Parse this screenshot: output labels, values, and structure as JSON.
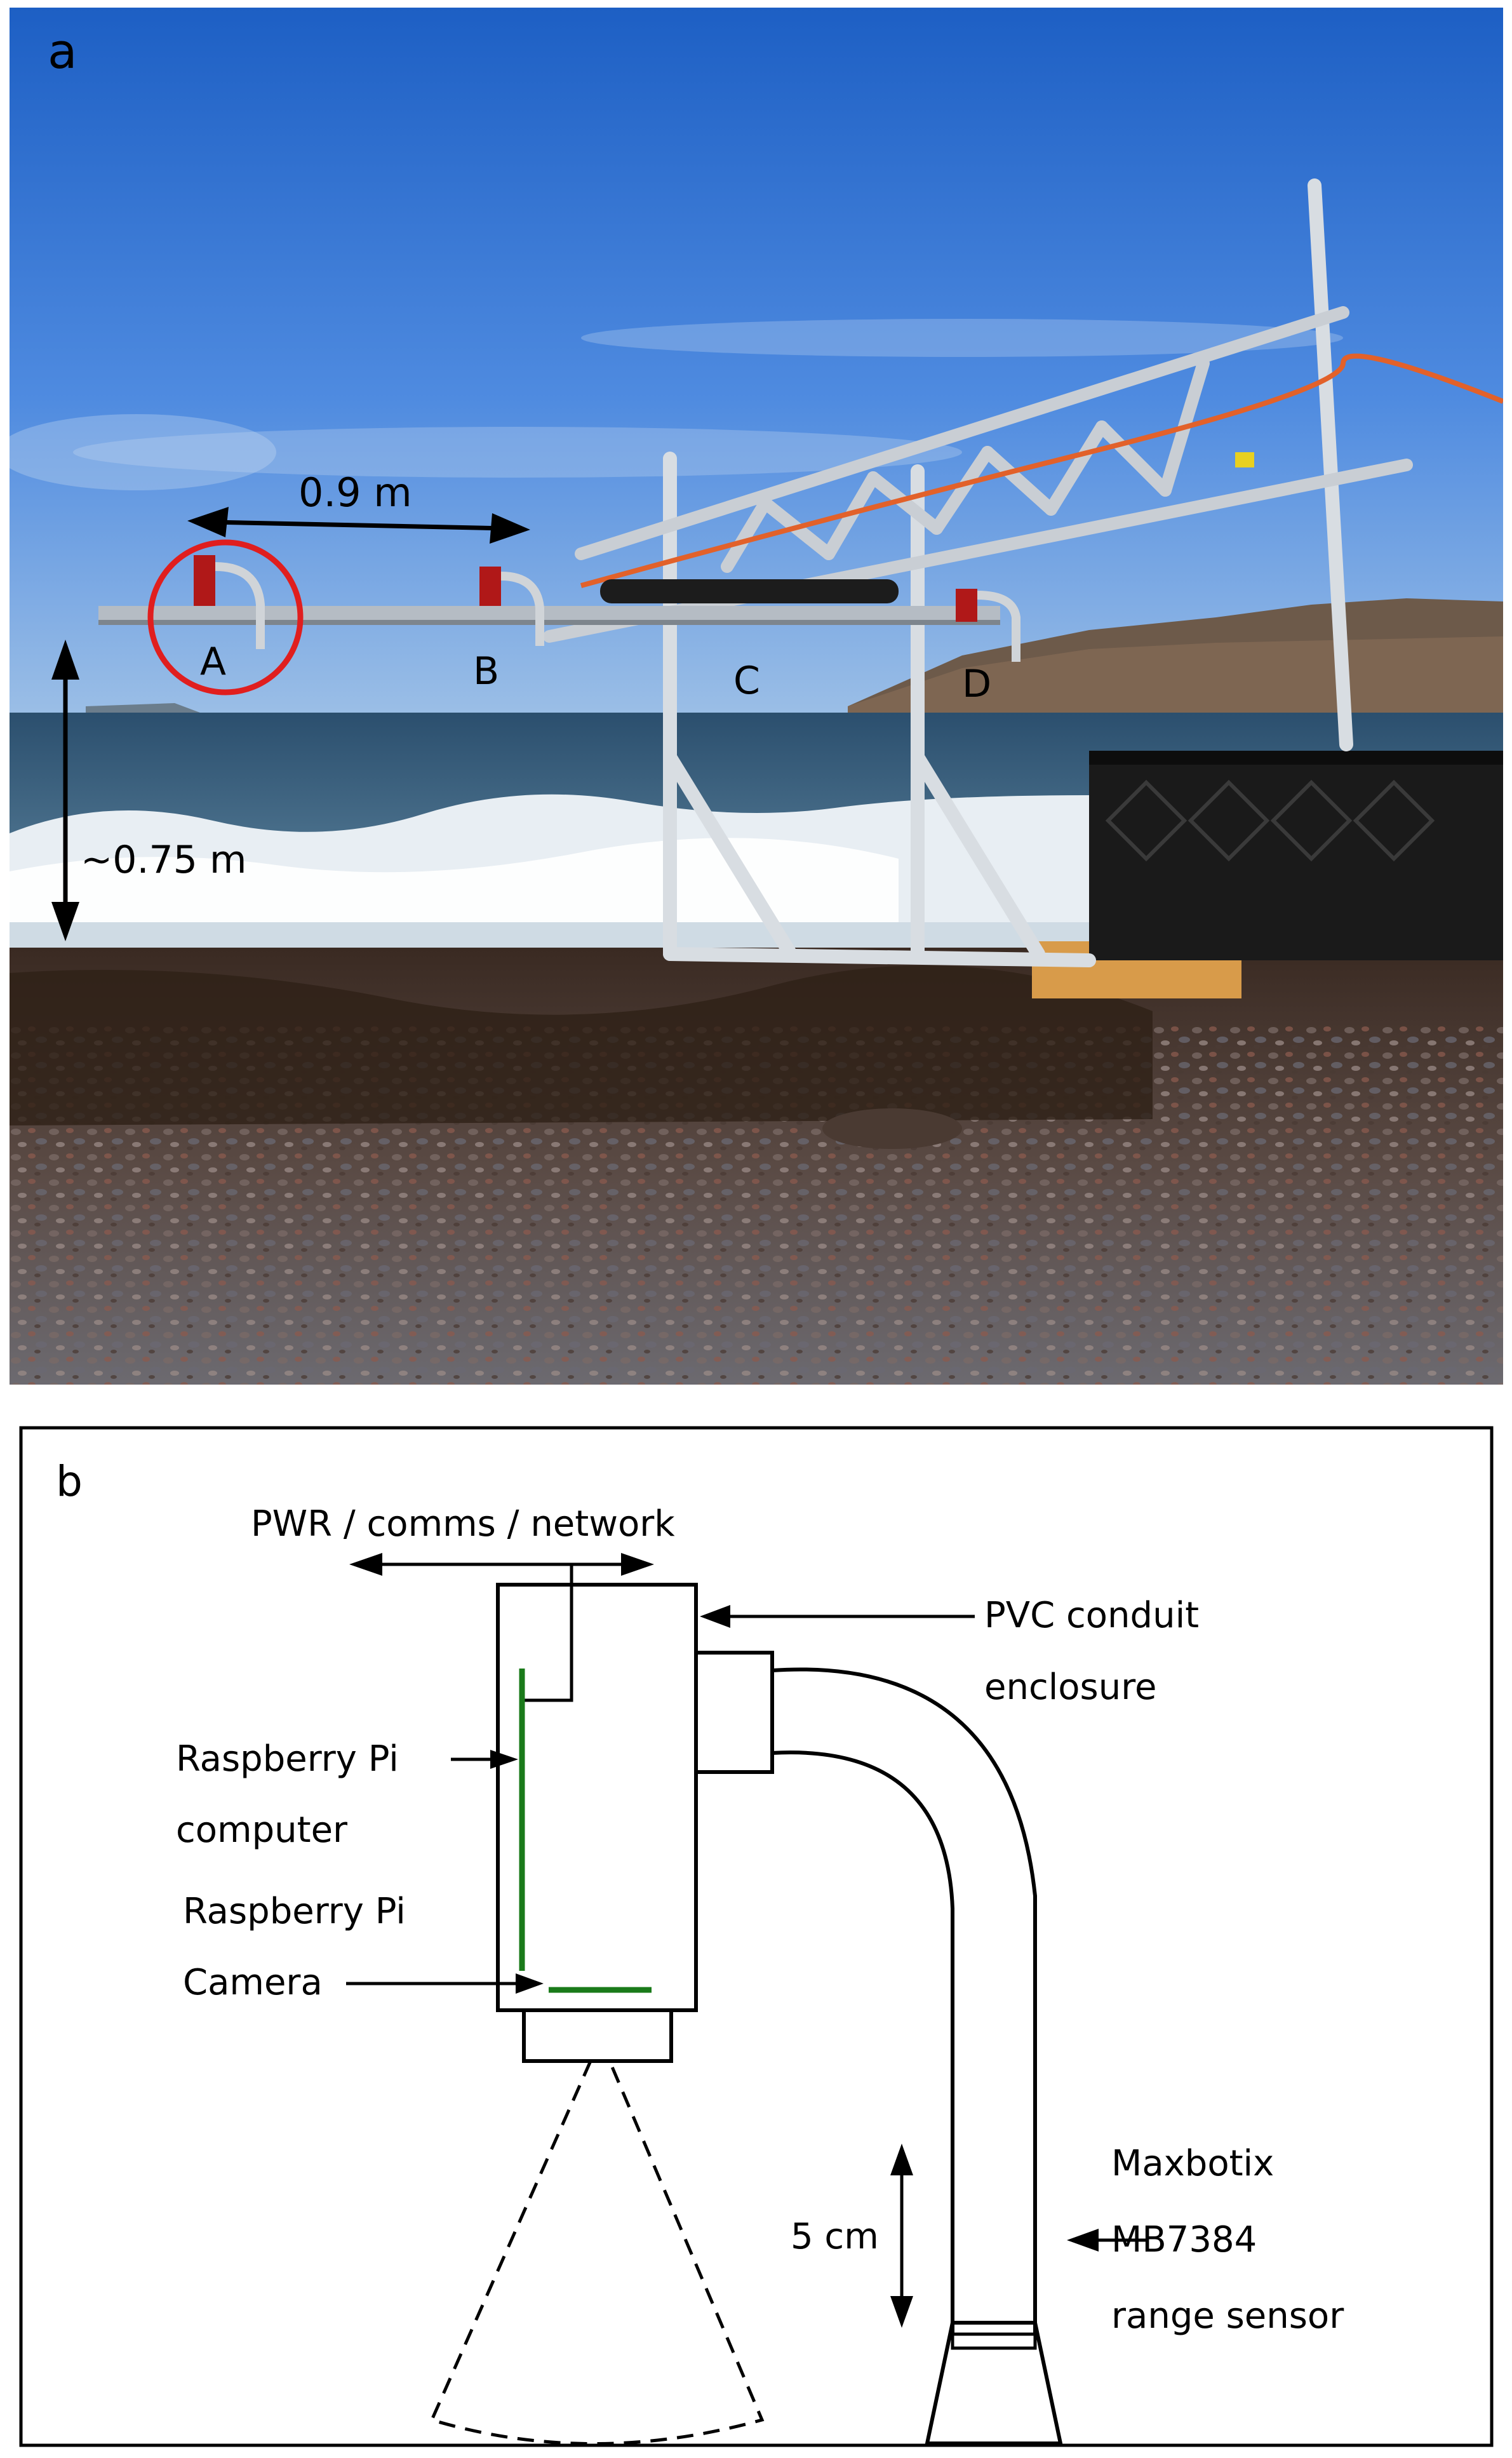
{
  "panel_a": {
    "panel_letter": "a",
    "span_label": "0.9 m",
    "height_label": "~0.75 m",
    "sensors": [
      {
        "id": "A",
        "label": "A",
        "highlighted": true
      },
      {
        "id": "B",
        "label": "B",
        "highlighted": false
      },
      {
        "id": "C",
        "label": "C",
        "highlighted": false
      },
      {
        "id": "D",
        "label": "D",
        "highlighted": false
      }
    ],
    "colors": {
      "highlight_circle": "#e01e1e",
      "sensor_housing": "#b01818"
    }
  },
  "panel_b": {
    "panel_letter": "b",
    "labels": {
      "cable": "PWR / comms / network",
      "enclosure_1": "PVC conduit",
      "enclosure_2": "enclosure",
      "computer_1": "Raspberry Pi",
      "computer_2": "computer",
      "camera_1": "Raspberry Pi",
      "camera_2": "Camera",
      "sensor_1": "Maxbotix",
      "sensor_2": "MB7384",
      "sensor_3": "range sensor",
      "sensor_height": "5 cm"
    },
    "colors": {
      "board": "#1a7a1a",
      "line": "#000000"
    }
  }
}
